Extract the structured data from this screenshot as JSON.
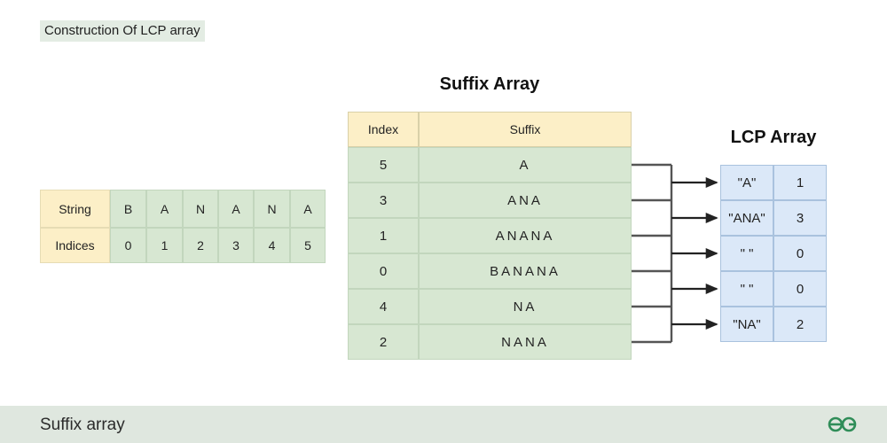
{
  "title": "Construction Of LCP array",
  "colors": {
    "header_yellow": "#fcefc7",
    "body_green": "#d7e7d2",
    "lcp_blue": "#dbe8f8",
    "footer_band": "#dfe7df",
    "brand_green": "#2f8d58",
    "connector": "#333333"
  },
  "string_table": {
    "rows": [
      {
        "label": "String",
        "cells": [
          "B",
          "A",
          "N",
          "A",
          "N",
          "A"
        ]
      },
      {
        "label": "Indices",
        "cells": [
          "0",
          "1",
          "2",
          "3",
          "4",
          "5"
        ]
      }
    ]
  },
  "suffix_array": {
    "heading": "Suffix Array",
    "columns": [
      "Index",
      "Suffix"
    ],
    "rows": [
      {
        "index": "5",
        "suffix": "A"
      },
      {
        "index": "3",
        "suffix": "ANA"
      },
      {
        "index": "1",
        "suffix": "ANANA"
      },
      {
        "index": "0",
        "suffix": "BANANA"
      },
      {
        "index": "4",
        "suffix": "NA"
      },
      {
        "index": "2",
        "suffix": "NANA"
      }
    ]
  },
  "lcp_array": {
    "heading": "LCP Array",
    "rows": [
      {
        "prefix": "\"A\"",
        "length": "1"
      },
      {
        "prefix": "\"ANA\"",
        "length": "3"
      },
      {
        "prefix": "\" \"",
        "length": "0"
      },
      {
        "prefix": "\" \"",
        "length": "0"
      },
      {
        "prefix": "\"NA\"",
        "length": "2"
      }
    ]
  },
  "footer": {
    "label": "Suffix array",
    "logo": "geeksforgeeks-logo"
  }
}
